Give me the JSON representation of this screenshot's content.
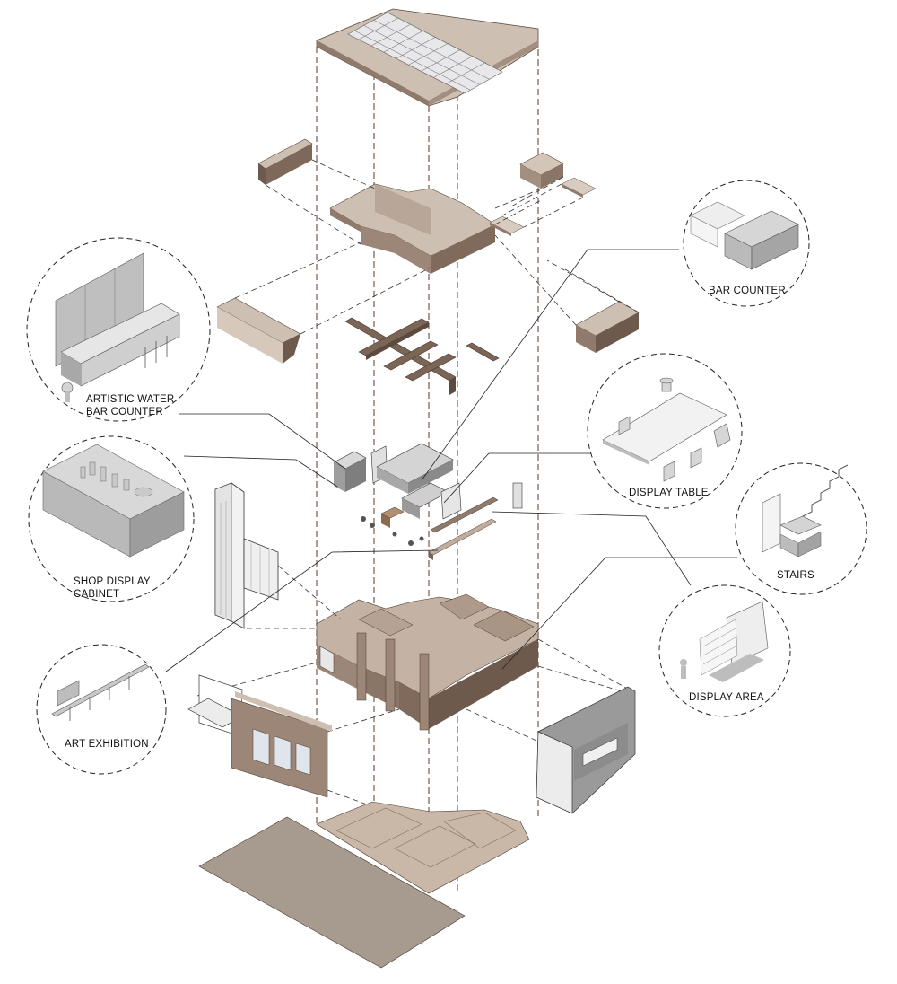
{
  "callouts": {
    "artistic_water_bar": {
      "line1": "ARTISTIC WATER",
      "line2": "BAR COUNTER"
    },
    "shop_display_cabinet": {
      "line1": "SHOP DISPLAY",
      "line2": "CABINET"
    },
    "art_exhibition": {
      "label": "ART EXHIBITION"
    },
    "bar_counter": {
      "label": "BAR COUNTER"
    },
    "display_table": {
      "label": "DISPLAY TABLE"
    },
    "stairs": {
      "label": "STAIRS"
    },
    "display_area": {
      "label": "DISPLAY AREA"
    }
  },
  "colors": {
    "wall_top": "#cdbfb1",
    "wall_side": "#8f7a6b",
    "wall_dark": "#6e5a4d",
    "floor": "#a79a8f",
    "dash": "#6b4a3b",
    "gray_model": "#c8c8c8",
    "gray_dark": "#9a9a9a"
  }
}
